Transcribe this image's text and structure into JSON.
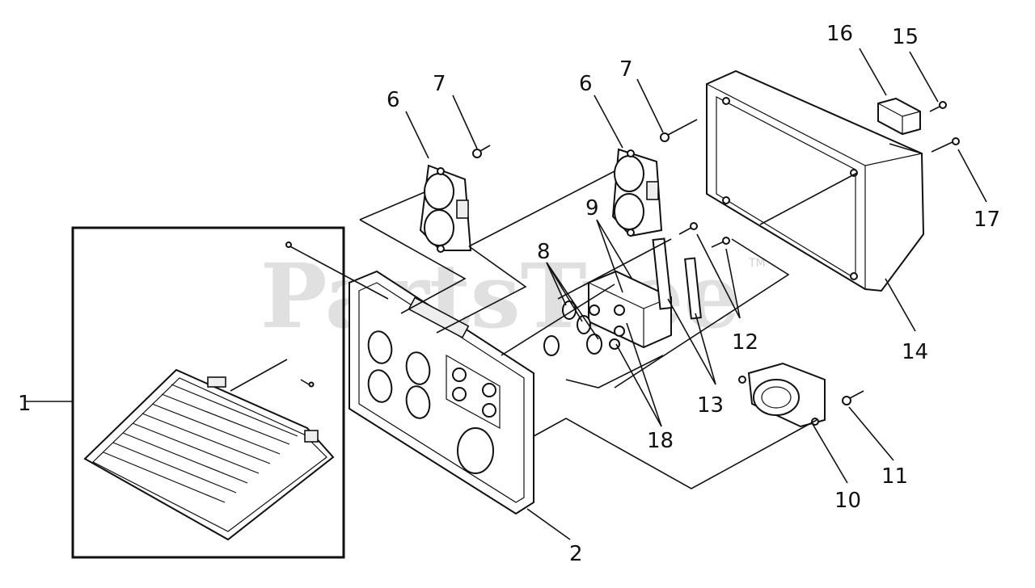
{
  "watermark": {
    "text": "PartsTree",
    "mark": "TM"
  },
  "callouts": [
    "1",
    "2",
    "6",
    "7",
    "6",
    "7",
    "8",
    "9",
    "10",
    "11",
    "12",
    "13",
    "14",
    "15",
    "16",
    "17",
    "18"
  ]
}
